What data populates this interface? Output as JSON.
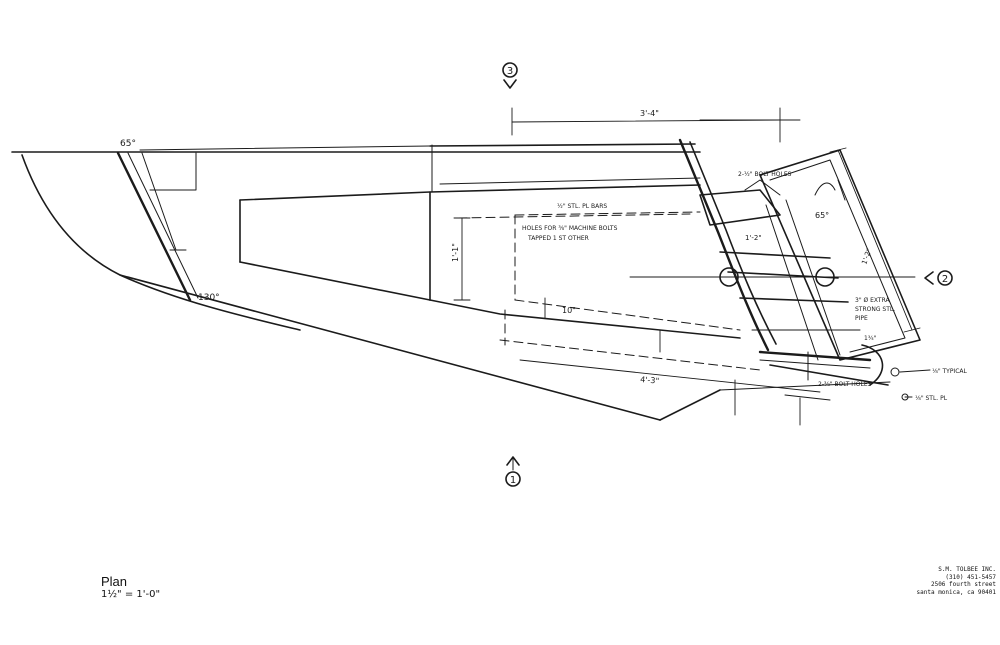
{
  "drawing": {
    "title": "Plan",
    "scale": "1½\" = 1'-0\"",
    "section_markers": [
      "3",
      "2",
      "1"
    ],
    "dimensions": {
      "top_overall": "3'-4\"",
      "side_height": "1'-1\"",
      "inner_offset": "10\"",
      "bottom_span": "4'-3\"",
      "inner_span": "1'-2\"",
      "right_depth": "1'-2\"",
      "pipe_offset": "1¾\""
    },
    "angles": {
      "top_left": "65°",
      "bottom_left": "130°",
      "bracket": "65°"
    },
    "notes": {
      "plate_bars": "½\" STL. PL BARS",
      "machine_bolts": "HOLES FOR ⅜\" MACHINE BOLTS",
      "machine_bolts_2": "TAPPED 1 ST OTHER",
      "bolt_holes_top": "2-½\" BOLT HOLES",
      "bolt_holes_bottom": "2-⅜\" BOLT HOLES",
      "pipe": "3\" Ø EXTRA",
      "pipe_2": "STRONG STL.",
      "pipe_3": "PIPE",
      "typical": "⅛\" TYPICAL",
      "steel_plate": "⅛\" STL. PL"
    },
    "firm": {
      "name": "S.M. TOLBEE INC.",
      "phone": "(310) 451-5457",
      "street": "2506 fourth street",
      "city": "santa monica, ca 90401"
    }
  }
}
